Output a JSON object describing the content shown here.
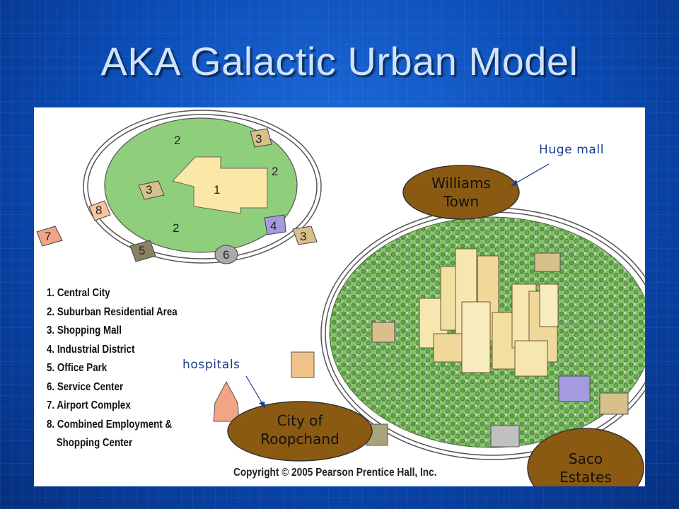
{
  "slide": {
    "title": "AKA Galactic Urban Model"
  },
  "diagram": {
    "zone_numbers": {
      "central_city": "1",
      "suburban": "2",
      "shopping_mall": "3",
      "industrial": "4",
      "office_park": "5",
      "service_center": "6",
      "airport": "7",
      "combined": "8"
    },
    "legend": [
      "1. Central City",
      "2. Suburban Residential Area",
      "3. Shopping Mall",
      "4. Industrial District",
      "5. Office Park",
      "6. Service Center",
      "7. Airport Complex",
      "8. Combined Employment &",
      "Shopping Center"
    ],
    "copyright": "Copyright © 2005 Pearson Prentice Hall, Inc.",
    "annotations": {
      "huge_mall": "Huge mall",
      "hospitals": "hospitals"
    },
    "places": {
      "williams_town": [
        "Williams",
        "Town"
      ],
      "city_of_roopchand": [
        "City of",
        "Roopchand"
      ],
      "saco_estates": [
        "Saco",
        "Estates"
      ]
    }
  },
  "colors": {
    "background": "#0d4fb8",
    "title": "#cfe3ff",
    "suburb_green": "#8fcf7c",
    "central_tan": "#fbe7a6",
    "mall_tan": "#d7c08a",
    "industrial_purple": "#a49adf",
    "airport_salmon": "#f2a487",
    "place_brown": "#8a5a12",
    "annotation_blue": "#1a3c8c"
  }
}
